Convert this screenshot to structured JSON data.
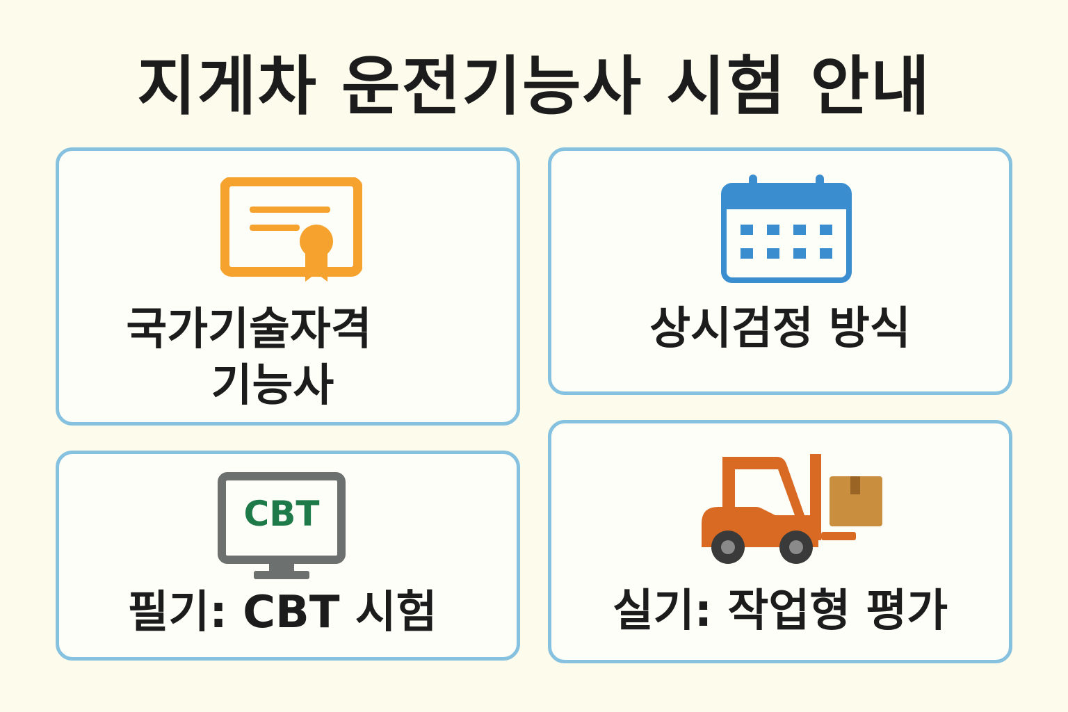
{
  "page_title": "지게차 운전기능사 시험 안내",
  "cards": [
    {
      "id": "certification",
      "icon": "certificate-icon",
      "label_line1": "국가기술자격",
      "label_line2": "기능사"
    },
    {
      "id": "schedule",
      "icon": "calendar-icon",
      "label": "상시검정 방식"
    },
    {
      "id": "written",
      "icon": "computer-monitor-icon",
      "screen_text": "CBT",
      "label": "필기: CBT 시험"
    },
    {
      "id": "practical",
      "icon": "forklift-icon",
      "label": "실기: 작업형 평가"
    }
  ],
  "colors": {
    "background": "#fdfbec",
    "card_border": "#86c1e0",
    "certificate": "#f5a22e",
    "calendar": "#3a8ed0",
    "monitor": "#6c706e",
    "cbt_text": "#1f7a4a",
    "forklift": "#d96a24",
    "box": "#c98f3e"
  }
}
